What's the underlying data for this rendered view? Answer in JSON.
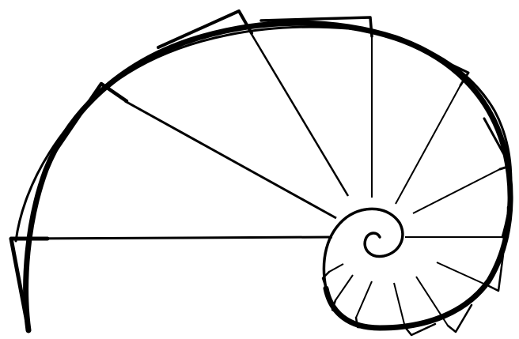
{
  "figure": {
    "kind": "spiral-staircase-line-drawing",
    "background": "#ffffff",
    "ink": "#000000",
    "spiral_turns_visible": 2,
    "step_count": 13
  }
}
